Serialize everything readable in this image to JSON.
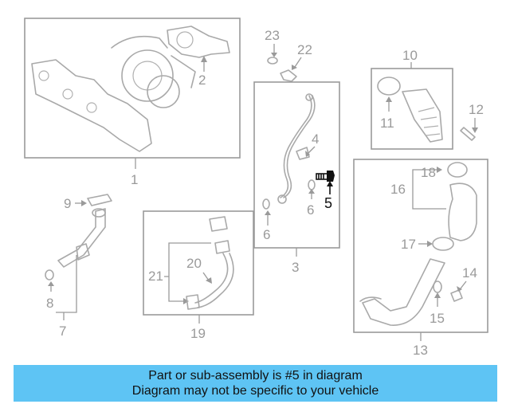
{
  "callouts": {
    "c1": "1",
    "c2": "2",
    "c3": "3",
    "c4": "4",
    "c5": "5",
    "c6a": "6",
    "c6b": "6",
    "c7": "7",
    "c8": "8",
    "c9": "9",
    "c10": "10",
    "c11": "11",
    "c12": "12",
    "c13": "13",
    "c14": "14",
    "c15": "15",
    "c16": "16",
    "c17": "17",
    "c18": "18",
    "c19": "19",
    "c20": "20",
    "c21": "21",
    "c22": "22",
    "c23": "23"
  },
  "highlight_color": "#111111",
  "line_color": "#9a9a9a",
  "banner": {
    "line1": "Part or sub-assembly is #5 in diagram",
    "line2": "Diagram may not be specific to your vehicle",
    "background": "#5ec4f4"
  }
}
